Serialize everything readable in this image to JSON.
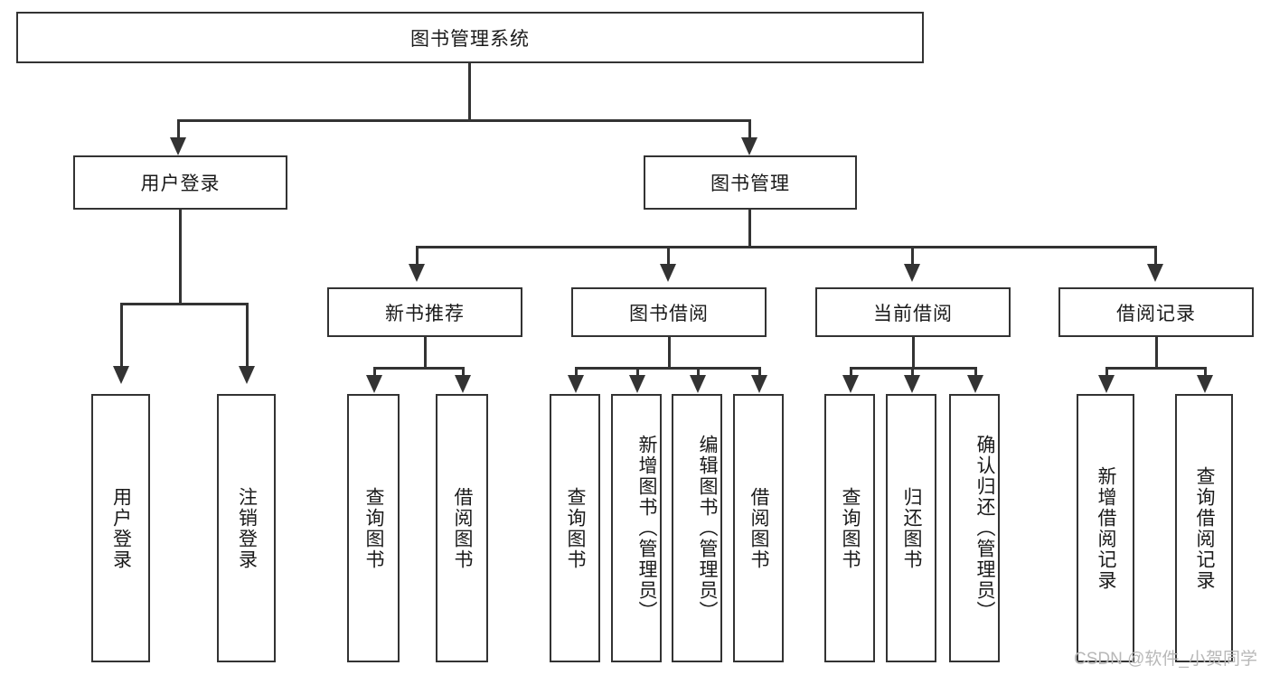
{
  "diagram": {
    "type": "tree-hierarchy",
    "title": "图书管理系统",
    "root": {
      "id": "root",
      "label": "图书管理系统",
      "orientation": "horizontal"
    },
    "level2": [
      {
        "id": "user-login",
        "label": "用户登录",
        "orientation": "horizontal"
      },
      {
        "id": "book-management",
        "label": "图书管理",
        "orientation": "horizontal"
      }
    ],
    "level3": [
      {
        "id": "new-book-recommend",
        "label": "新书推荐",
        "orientation": "horizontal",
        "parent": "book-management"
      },
      {
        "id": "book-borrow",
        "label": "图书借阅",
        "orientation": "horizontal",
        "parent": "book-management"
      },
      {
        "id": "current-borrow",
        "label": "当前借阅",
        "orientation": "horizontal",
        "parent": "book-management"
      },
      {
        "id": "borrow-record",
        "label": "借阅记录",
        "orientation": "horizontal",
        "parent": "book-management"
      }
    ],
    "leaves": [
      {
        "id": "leaf-user-login",
        "label": "用户登录",
        "orientation": "vertical",
        "parent": "user-login"
      },
      {
        "id": "leaf-user-logout",
        "label": "注销登录",
        "orientation": "vertical",
        "parent": "user-login"
      },
      {
        "id": "leaf-query-book-1",
        "label": "查询图书",
        "orientation": "vertical",
        "parent": "new-book-recommend"
      },
      {
        "id": "leaf-borrow-book-1",
        "label": "借阅图书",
        "orientation": "vertical",
        "parent": "new-book-recommend"
      },
      {
        "id": "leaf-query-book-2",
        "label": "查询图书",
        "orientation": "vertical",
        "parent": "book-borrow"
      },
      {
        "id": "leaf-add-book",
        "label": "新增图书（管理员）",
        "orientation": "vertical",
        "parent": "book-borrow"
      },
      {
        "id": "leaf-edit-book",
        "label": "编辑图书（管理员）",
        "orientation": "vertical",
        "parent": "book-borrow"
      },
      {
        "id": "leaf-borrow-book-2",
        "label": "借阅图书",
        "orientation": "vertical",
        "parent": "book-borrow"
      },
      {
        "id": "leaf-query-book-3",
        "label": "查询图书",
        "orientation": "vertical",
        "parent": "current-borrow"
      },
      {
        "id": "leaf-return-book",
        "label": "归还图书",
        "orientation": "vertical",
        "parent": "current-borrow"
      },
      {
        "id": "leaf-confirm-return",
        "label": "确认归还（管理员）",
        "orientation": "vertical",
        "parent": "current-borrow"
      },
      {
        "id": "leaf-add-record",
        "label": "新增借阅记录",
        "orientation": "vertical",
        "parent": "borrow-record"
      },
      {
        "id": "leaf-query-record",
        "label": "查询借阅记录",
        "orientation": "vertical",
        "parent": "borrow-record"
      }
    ],
    "watermark": "CSDN @软件_小贺同学",
    "colors": {
      "stroke": "#333333",
      "background": "#ffffff",
      "text": "#1a1a1a",
      "watermark": "#b8b8b8"
    }
  }
}
